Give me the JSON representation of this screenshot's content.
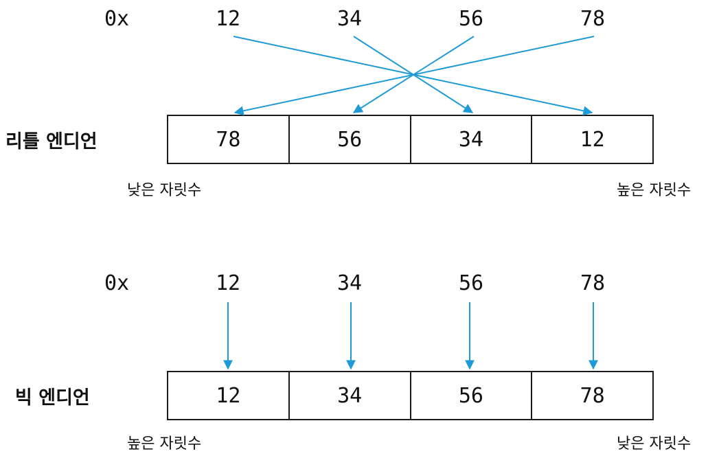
{
  "accent_color": "#1e9ad6",
  "little": {
    "prefix": "0x",
    "source_bytes": [
      "12",
      "34",
      "56",
      "78"
    ],
    "title": "리틀 엔디언",
    "memory": [
      "78",
      "56",
      "34",
      "12"
    ],
    "left_caption": "낮은 자릿수",
    "right_caption": "높은 자릿수"
  },
  "big": {
    "prefix": "0x",
    "source_bytes": [
      "12",
      "34",
      "56",
      "78"
    ],
    "title": "빅 엔디언",
    "memory": [
      "12",
      "34",
      "56",
      "78"
    ],
    "left_caption": "높은 자릿수",
    "right_caption": "낮은 자릿수"
  }
}
